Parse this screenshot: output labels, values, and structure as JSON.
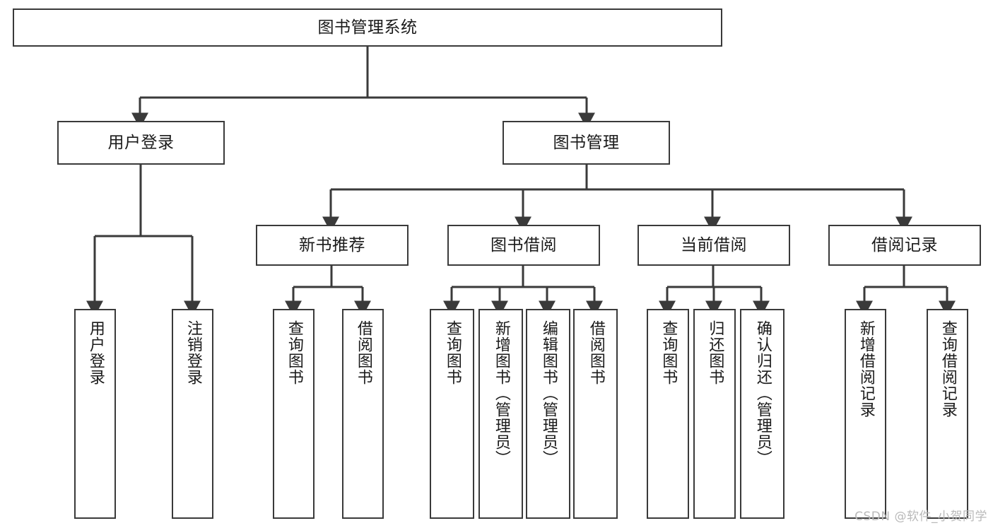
{
  "diagram": {
    "title": "图书管理系统",
    "type": "tree-structure-chart",
    "watermark": "CSDN @软件_小贺同学",
    "colors": {
      "node_border": "#3a3a3a",
      "node_fill": "#ffffff",
      "edge": "#3a3a3a",
      "text": "#1a1a1a",
      "watermark": "#b9b9b9",
      "background": "#ffffff"
    },
    "nodes": {
      "root": {
        "label": "图书管理系统"
      },
      "level2": [
        {
          "label": "用户登录"
        },
        {
          "label": "图书管理"
        }
      ],
      "level3": [
        {
          "label": "新书推荐"
        },
        {
          "label": "图书借阅"
        },
        {
          "label": "当前借阅"
        },
        {
          "label": "借阅记录"
        }
      ],
      "leaves": {
        "user_login": [
          {
            "label": "用户登录"
          },
          {
            "label": "注销登录"
          }
        ],
        "new_book_recommend": [
          {
            "label": "查询图书"
          },
          {
            "label": "借阅图书"
          }
        ],
        "book_borrow": [
          {
            "label": "查询图书"
          },
          {
            "label": "新增图书（管理员）"
          },
          {
            "label": "编辑图书（管理员）"
          },
          {
            "label": "借阅图书"
          }
        ],
        "current_borrow": [
          {
            "label": "查询图书"
          },
          {
            "label": "归还图书"
          },
          {
            "label": "确认归还（管理员）"
          }
        ],
        "borrow_record": [
          {
            "label": "新增借阅记录"
          },
          {
            "label": "查询借阅记录"
          }
        ]
      }
    }
  }
}
